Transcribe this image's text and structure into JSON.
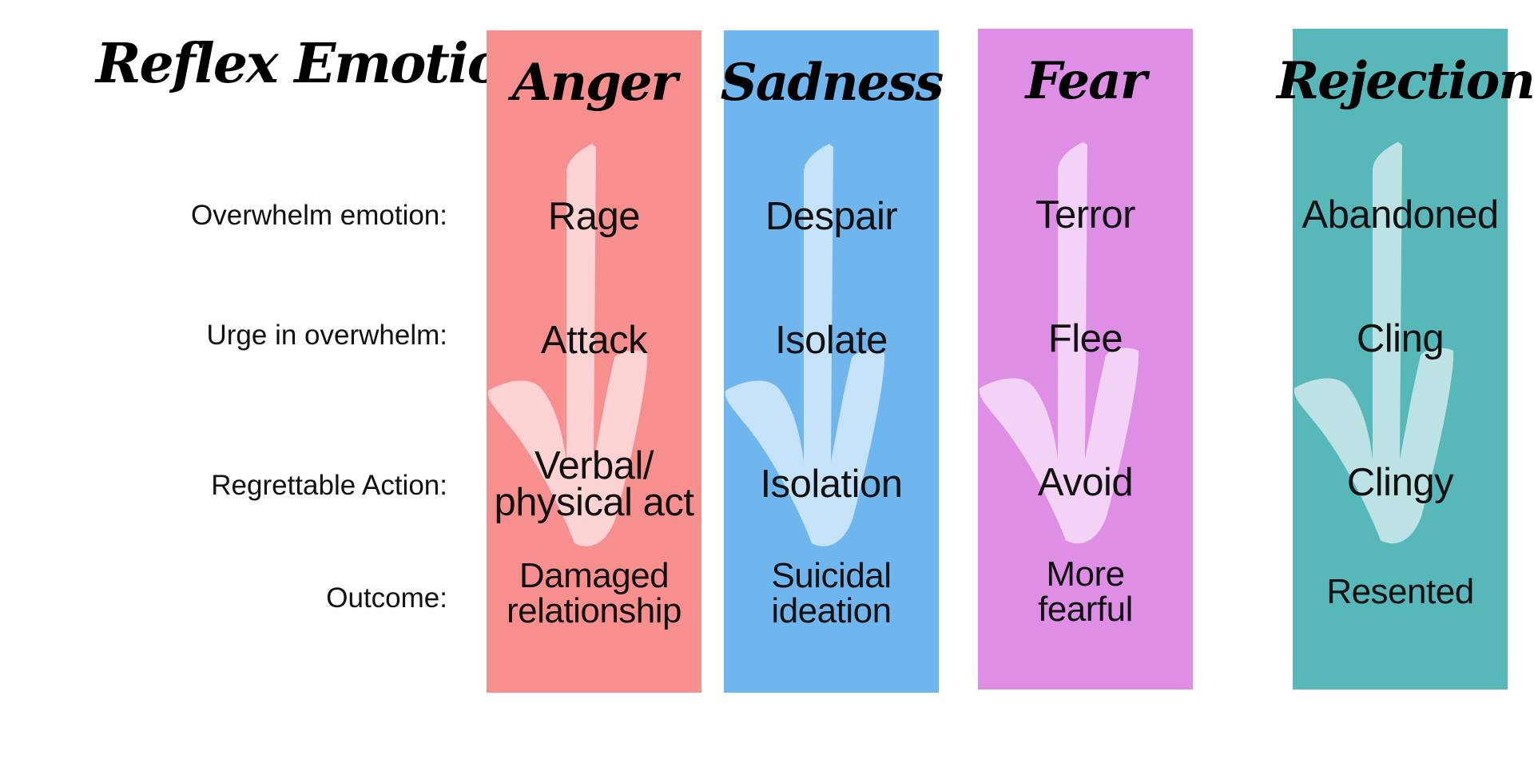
{
  "heading": "Reflex Emotion:",
  "row_labels": [
    "Overwhelm emotion:",
    "Urge in overwhelm:",
    "Regrettable Action:",
    "Outcome:"
  ],
  "columns": [
    {
      "title": "Anger",
      "color": "#F78F8F",
      "overwhelm": "Rage",
      "urge": "Attack",
      "action": "Verbal/\nphysical act",
      "outcome": "Damaged\nrelationship"
    },
    {
      "title": "Sadness",
      "color": "#6FB6EE",
      "overwhelm": "Despair",
      "urge": "Isolate",
      "action": "Isolation",
      "outcome": "Suicidal\nideation"
    },
    {
      "title": "Fear",
      "color": "#DE8FE5",
      "overwhelm": "Terror",
      "urge": "Flee",
      "action": "Avoid",
      "outcome": "More\nfearful"
    },
    {
      "title": "Rejection",
      "color": "#57B7B9",
      "overwhelm": "Abandoned",
      "urge": "Cling",
      "action": "Clingy",
      "outcome": "Resented"
    }
  ],
  "arrow_icon": "down-arrow-icon"
}
